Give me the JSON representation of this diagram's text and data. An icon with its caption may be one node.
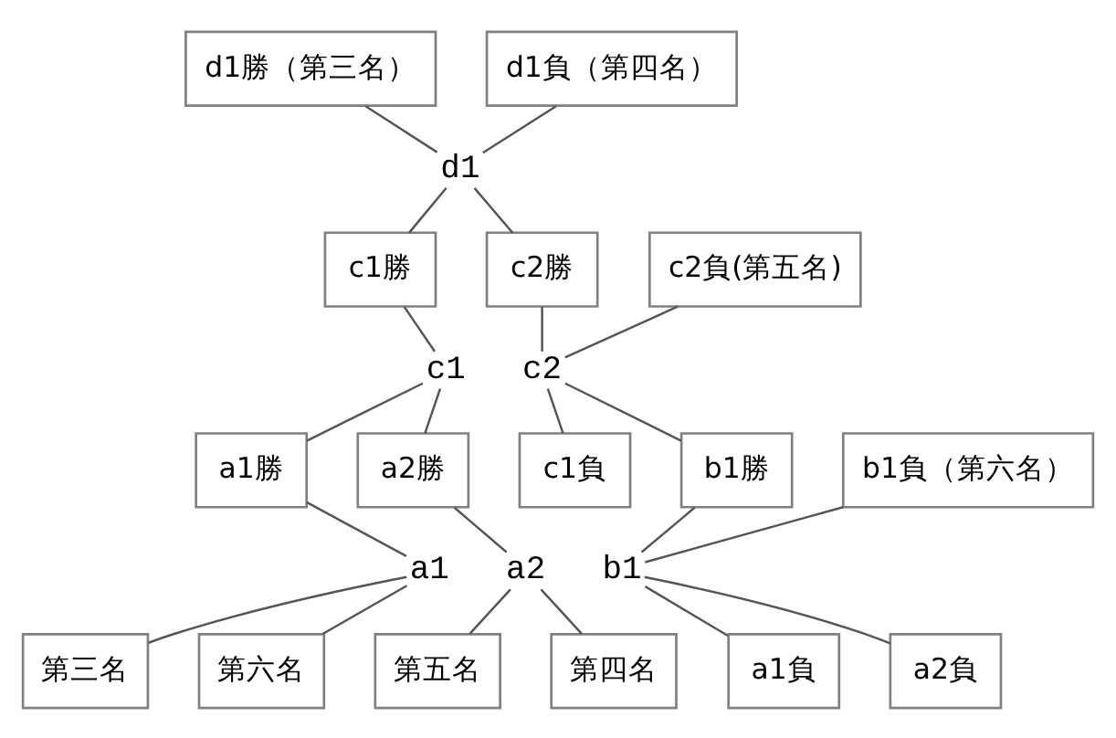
{
  "diagram": {
    "nodes": [
      {
        "text": [
          "d1勝（第三名）"
        ]
      },
      {
        "text": [
          "d1負（第四名）"
        ]
      },
      {
        "text": [
          "d1"
        ]
      },
      {
        "text": [
          "c1勝"
        ]
      },
      {
        "text": [
          "c2勝"
        ]
      },
      {
        "text": [
          "c2負(第五名)"
        ]
      },
      {
        "text": [
          "c1"
        ]
      },
      {
        "text": [
          "c2"
        ]
      },
      {
        "text": [
          "a1勝"
        ]
      },
      {
        "text": [
          "a2勝"
        ]
      },
      {
        "text": [
          "c1負"
        ]
      },
      {
        "text": [
          "b1勝"
        ]
      },
      {
        "text": [
          "b1負（第六名）"
        ]
      },
      {
        "text": [
          "a1"
        ]
      },
      {
        "text": [
          "a2"
        ]
      },
      {
        "text": [
          "b1"
        ]
      },
      {
        "text": [
          "第三名"
        ]
      },
      {
        "text": [
          "第六名"
        ]
      },
      {
        "text": [
          "第五名"
        ]
      },
      {
        "text": [
          "第四名"
        ]
      },
      {
        "text": [
          "a1負"
        ]
      },
      {
        "text": [
          "a2負"
        ]
      }
    ],
    "edges": [
      {
        "from": 0,
        "to": 2,
        "arrow": "none"
      },
      {
        "from": 1,
        "to": 2,
        "arrow": "none"
      },
      {
        "from": 2,
        "to": 3,
        "arrow": "none"
      },
      {
        "from": 2,
        "to": 4,
        "arrow": "none"
      },
      {
        "from": 3,
        "to": 6,
        "arrow": "none"
      },
      {
        "from": 6,
        "to": 8,
        "arrow": "none"
      },
      {
        "from": 6,
        "to": 9,
        "arrow": "none"
      },
      {
        "from": 4,
        "to": 7,
        "arrow": "none"
      },
      {
        "from": 5,
        "to": 7,
        "arrow": "none"
      },
      {
        "from": 7,
        "to": 10,
        "arrow": "none"
      },
      {
        "from": 7,
        "to": 11,
        "arrow": "none"
      },
      {
        "from": 8,
        "to": 13,
        "arrow": "none"
      },
      {
        "from": 13,
        "to": 16,
        "arrow": "none"
      },
      {
        "from": 13,
        "to": 17,
        "arrow": "none"
      },
      {
        "from": 9,
        "to": 14,
        "arrow": "none"
      },
      {
        "from": 14,
        "to": 18,
        "arrow": "none"
      },
      {
        "from": 14,
        "to": 19,
        "arrow": "none"
      },
      {
        "from": 11,
        "to": 15,
        "arrow": "none"
      },
      {
        "from": 12,
        "to": 15,
        "arrow": "none"
      },
      {
        "from": 15,
        "to": 20,
        "arrow": "none"
      },
      {
        "from": 15,
        "to": 21,
        "arrow": "none"
      }
    ]
  }
}
